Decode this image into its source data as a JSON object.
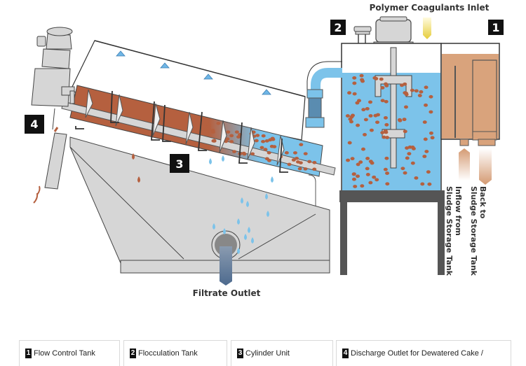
{
  "diagram": {
    "title_inlet": "Polymer Coagulants Inlet",
    "filtrate_label": "Filtrate Outlet",
    "inflow_label_line1": "Inflow from",
    "inflow_label_line2": "Sludge Storage Tank",
    "back_label_line1": "Back to",
    "back_label_line2": "Sludge Storage Tank",
    "badges": [
      "1",
      "2",
      "3",
      "4"
    ],
    "colors": {
      "sludge": "#b5603f",
      "water": "#7cc3ea",
      "tank_sludge": "#d9a37c",
      "metal": "#d6d6d6",
      "stand": "#555555",
      "polymer_arrow": "#e8d24a",
      "filtrate_pipe": "#5a7391"
    }
  },
  "legend": {
    "items": [
      {
        "num": "1",
        "label": "Flow Control Tank"
      },
      {
        "num": "2",
        "label": "Flocculation Tank"
      },
      {
        "num": "3",
        "label": "Cylinder Unit"
      },
      {
        "num": "4",
        "label": "Discharge Outlet for Dewatered Cake /"
      }
    ]
  }
}
